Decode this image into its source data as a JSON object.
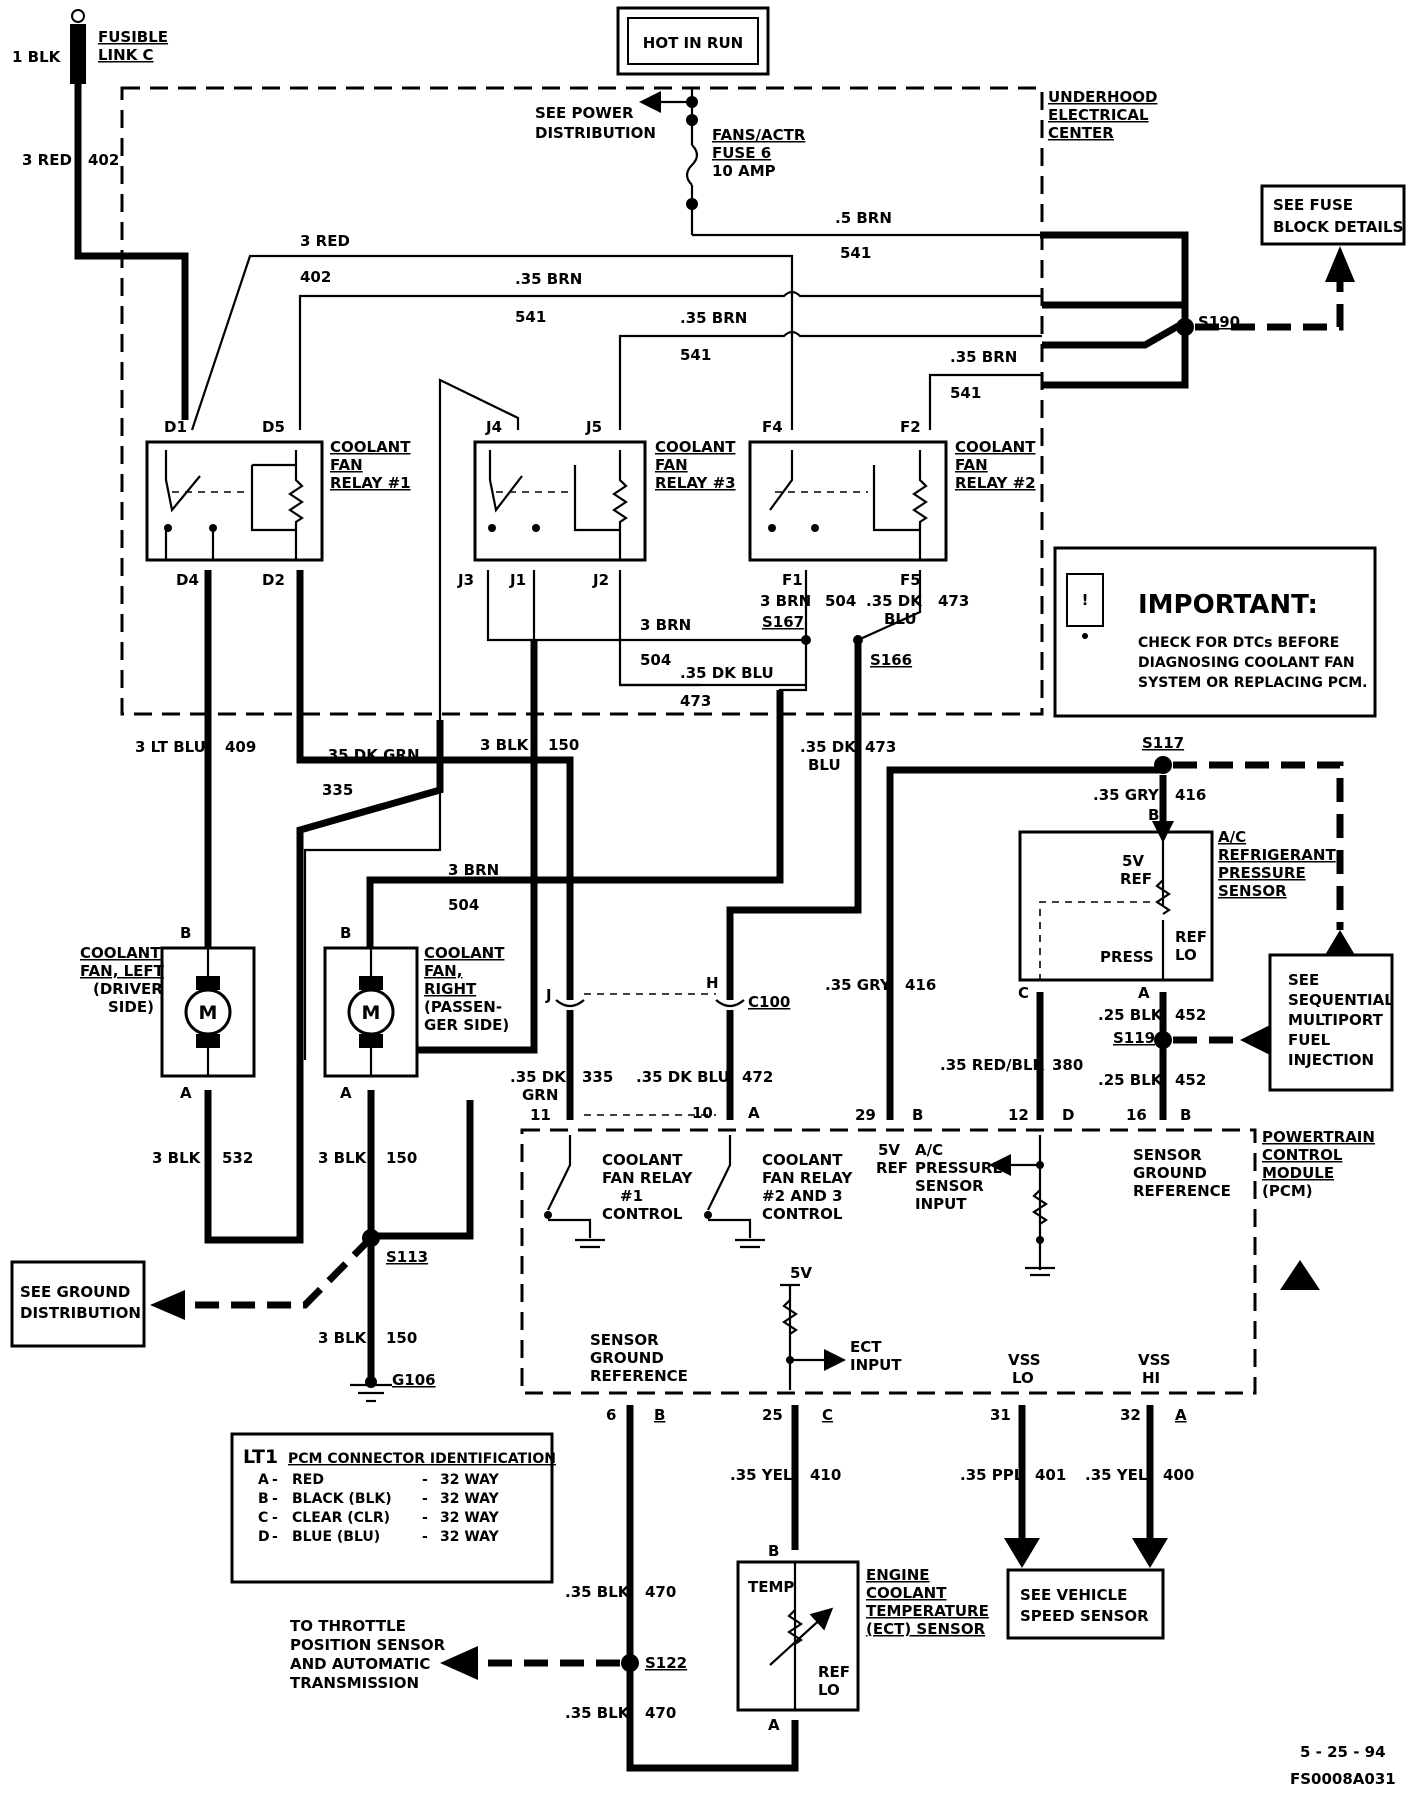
{
  "header": {
    "hot_in_run": "HOT IN RUN"
  },
  "fusible_link": {
    "wire_top": "1 BLK",
    "name_line1": "FUSIBLE",
    "name_line2": "LINK C",
    "wire_red": "3 RED",
    "circuit": "402"
  },
  "underhood": {
    "line1": "UNDERHOOD",
    "line2": "ELECTRICAL",
    "line3": "CENTER"
  },
  "power": {
    "see_power_line1": "SEE POWER",
    "see_power_line2": "DISTRIBUTION",
    "fuse_line1": "FANS/ACTR",
    "fuse_line2": "FUSE 6",
    "fuse_line3": "10 AMP"
  },
  "fuse_block": {
    "line1": "SEE FUSE",
    "line2": "BLOCK DETAILS"
  },
  "splices": {
    "s190": "S190",
    "s167": "S167",
    "s166": "S166",
    "s117": "S117",
    "s119": "S119",
    "s113": "S113",
    "s122": "S122",
    "g106": "G106",
    "c100": "C100"
  },
  "wires": {
    "brn5": ".5 BRN",
    "c541": "541",
    "red3": "3 RED",
    "c402": "402",
    "brn35": ".35 BRN",
    "brn3": "3 BRN",
    "c504": "504",
    "dkblu35": ".35 DK BLU",
    "c473": "473",
    "dk": ".35 DK",
    "blu": "BLU",
    "ltblu3": "3 LT BLU",
    "c409": "409",
    "dkgrn35": ".35 DK GRN",
    "c335": "335",
    "blk3": "3 BLK",
    "c150": "150",
    "gry35": ".35 GRY",
    "c416": "416",
    "blk25": ".25 BLK",
    "c452": "452",
    "redblk35": ".35 RED/BLK",
    "c380": "380",
    "grn": "GRN",
    "c532": "532",
    "yel35": ".35 YEL",
    "c410": "410",
    "ppl35": ".35 PPL",
    "c401": "401",
    "c400": "400",
    "blk35": ".35 BLK",
    "c470": "470",
    "c472": "472"
  },
  "relays": {
    "r1": {
      "line1": "COOLANT",
      "line2": "FAN",
      "line3": "RELAY #1",
      "p1": "D1",
      "p2": "D5",
      "p3": "D4",
      "p4": "D2"
    },
    "r3": {
      "line1": "COOLANT",
      "line2": "FAN",
      "line3": "RELAY #3",
      "p1": "J4",
      "p2": "J5",
      "p3": "J3",
      "p4": "J1",
      "p5": "J2"
    },
    "r2": {
      "line1": "COOLANT",
      "line2": "FAN",
      "line3": "RELAY #2",
      "p1": "F4",
      "p2": "F2",
      "p3": "F1",
      "p4": "F5"
    }
  },
  "important": {
    "title": "IMPORTANT:",
    "line1": "CHECK FOR DTCs BEFORE",
    "line2": "DIAGNOSING COOLANT FAN",
    "line3": "SYSTEM OR REPLACING PCM."
  },
  "ac_sensor": {
    "line1": "A/C",
    "line2": "REFRIGERANT",
    "line3": "PRESSURE",
    "line4": "SENSOR",
    "ref5v": "5V",
    "ref": "REF",
    "press": "PRESS",
    "ref2": "REF",
    "lo": "LO",
    "pin_b": "B",
    "pin_c": "C",
    "pin_a": "A"
  },
  "smfi": {
    "line1": "SEE",
    "line2": "SEQUENTIAL",
    "line3": "MULTIPORT",
    "line4": "FUEL",
    "line5": "INJECTION"
  },
  "fans": {
    "left": {
      "line1": "COOLANT",
      "line2": "FAN, LEFT",
      "line3": "(DRIVER",
      "line4": "SIDE)",
      "pin_b": "B",
      "pin_a": "A"
    },
    "right": {
      "line1": "COOLANT",
      "line2": "FAN,",
      "line3": "RIGHT",
      "line4": "(PASSEN-",
      "line5": "GER SIDE)",
      "pin_b": "B",
      "pin_a": "A"
    },
    "motor": "M"
  },
  "pcm": {
    "line1": "POWERTRAIN",
    "line2": "CONTROL",
    "line3": "MODULE",
    "line4": "(PCM)",
    "relay1_line1": "COOLANT",
    "relay1_line2": "FAN RELAY",
    "relay1_line3": "#1",
    "relay1_line4": "CONTROL",
    "relay23_line1": "COOLANT",
    "relay23_line2": "FAN RELAY",
    "relay23_line3": "#2 AND 3",
    "relay23_line4": "CONTROL",
    "v5ref_line1": "5V",
    "v5ref_line2": "REF",
    "ac_line1": "A/C",
    "ac_line2": "PRESSURE",
    "ac_line3": "SENSOR",
    "ac_line4": "INPUT",
    "sgr_line1": "SENSOR",
    "sgr_line2": "GROUND",
    "sgr_line3": "REFERENCE",
    "ect_line1": "ECT",
    "ect_line2": "INPUT",
    "v5": "5V",
    "vss_lo_line1": "VSS",
    "vss_lo_line2": "LO",
    "vss_hi_line1": "VSS",
    "vss_hi_line2": "HI",
    "pin11": "11",
    "pin10": "10",
    "pin29": "29",
    "pin12": "12",
    "pin16": "16",
    "pin6": "6",
    "pin25": "25",
    "pin31": "31",
    "pin32": "32",
    "conn_a": "A",
    "conn_b": "B",
    "conn_c": "C",
    "conn_d": "D",
    "conn_j": "J",
    "conn_h": "H"
  },
  "ground_dist": {
    "line1": "SEE GROUND",
    "line2": "DISTRIBUTION"
  },
  "connector_id": {
    "title": "LT1",
    "subtitle": "PCM CONNECTOR IDENTIFICATION",
    "rows": [
      {
        "code": "A",
        "color": "RED",
        "size": "32 WAY"
      },
      {
        "code": "B",
        "color": "BLACK (BLK)",
        "size": "32 WAY"
      },
      {
        "code": "C",
        "color": "CLEAR (CLR)",
        "size": "32 WAY"
      },
      {
        "code": "D",
        "color": "BLUE (BLU)",
        "size": "32 WAY"
      }
    ]
  },
  "tps": {
    "line1": "TO THROTTLE",
    "line2": "POSITION SENSOR",
    "line3": "AND AUTOMATIC",
    "line4": "TRANSMISSION"
  },
  "ect_sensor": {
    "line1": "ENGINE",
    "line2": "COOLANT",
    "line3": "TEMPERATURE",
    "line4": "(ECT) SENSOR",
    "temp": "TEMP",
    "ref": "REF",
    "lo": "LO",
    "pin_b": "B",
    "pin_a": "A"
  },
  "vss": {
    "line1": "SEE VEHICLE",
    "line2": "SPEED SENSOR"
  },
  "footer": {
    "date": "5 - 25 - 94",
    "code": "FS0008A031"
  }
}
